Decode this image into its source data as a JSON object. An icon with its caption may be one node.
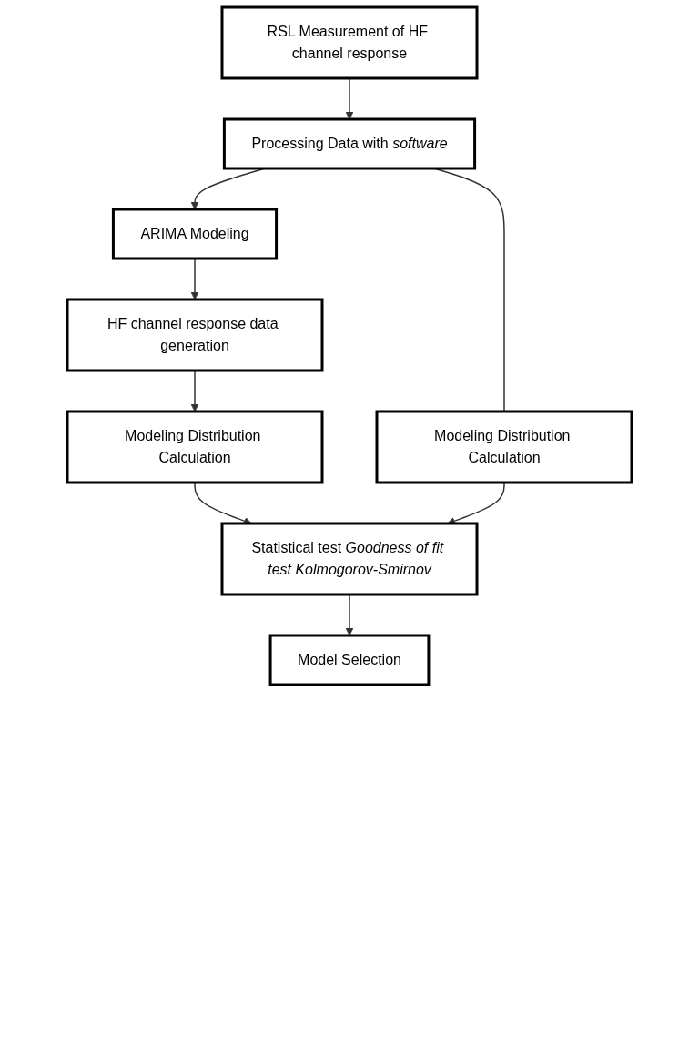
{
  "diagram": {
    "nodes": [
      {
        "text": [
          "RSL Measurement of HF channel response"
        ]
      },
      {
        "text": [
          "Processing Data with *software*"
        ]
      },
      {
        "text": [
          "ARIMA Modeling"
        ]
      },
      {
        "text": [
          "HF channel response data generation"
        ]
      },
      {
        "text": [
          "Modeling Distribution Calculation"
        ]
      },
      {
        "text": [
          "Modeling Distribution Calculation"
        ]
      },
      {
        "text": [
          "Statistical test *Goodness of fit test Kolmogorov-Smirnov*"
        ]
      },
      {
        "text": [
          "Model Selection"
        ]
      }
    ],
    "edges": [
      {
        "from": 0,
        "to": 1,
        "arrow": "to"
      },
      {
        "from": 1,
        "to": 2,
        "arrow": "to"
      },
      {
        "from": 1,
        "to": 5,
        "arrow": "none"
      },
      {
        "from": 2,
        "to": 3,
        "arrow": "to"
      },
      {
        "from": 3,
        "to": 4,
        "arrow": "to"
      },
      {
        "from": 4,
        "to": 6,
        "arrow": "to"
      },
      {
        "from": 5,
        "to": 6,
        "arrow": "to"
      },
      {
        "from": 6,
        "to": 7,
        "arrow": "to"
      }
    ]
  }
}
